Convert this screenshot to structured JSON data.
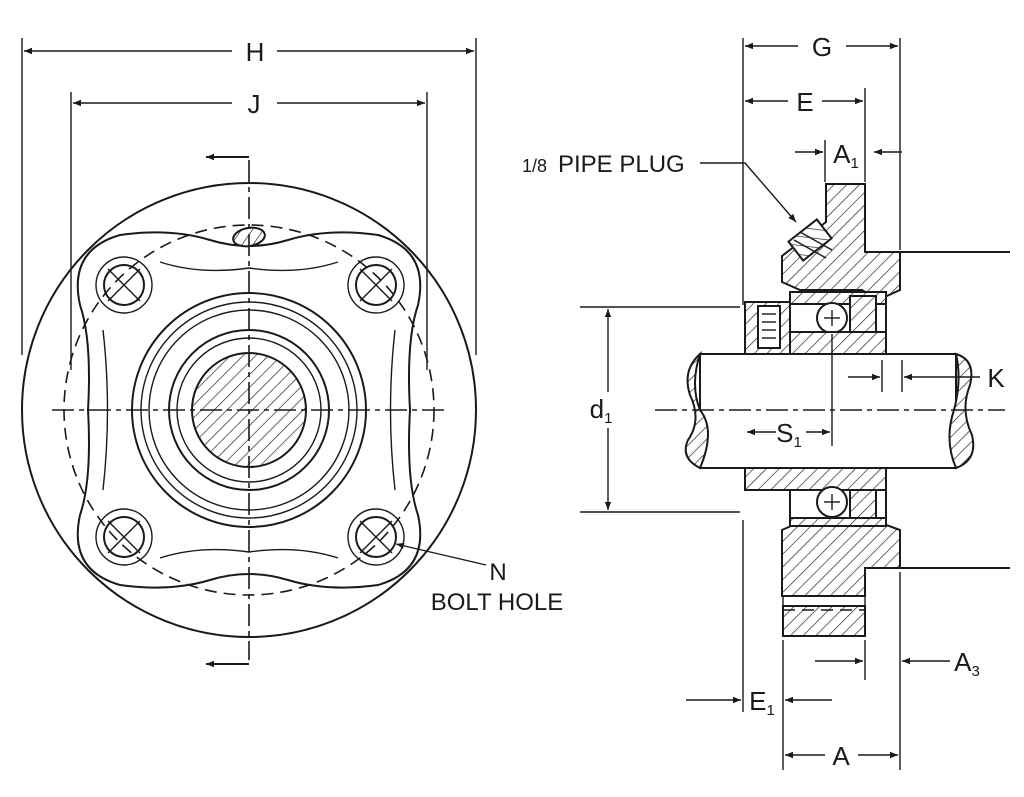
{
  "dimensions": {
    "H": "H",
    "J": "J",
    "G": "G",
    "E": "E",
    "A1": {
      "base": "A",
      "sub": "1"
    },
    "K": "K",
    "d1": {
      "base": "d",
      "sub": "1"
    },
    "S1": {
      "base": "S",
      "sub": "1"
    },
    "E1": {
      "base": "E",
      "sub": "1"
    },
    "A": "A",
    "A3": {
      "base": "A",
      "sub": "3"
    }
  },
  "callouts": {
    "pipe_plug": {
      "fraction": "1/8",
      "text": "PIPE PLUG"
    },
    "bolt_hole": {
      "letter": "N",
      "text": "BOLT HOLE"
    }
  }
}
